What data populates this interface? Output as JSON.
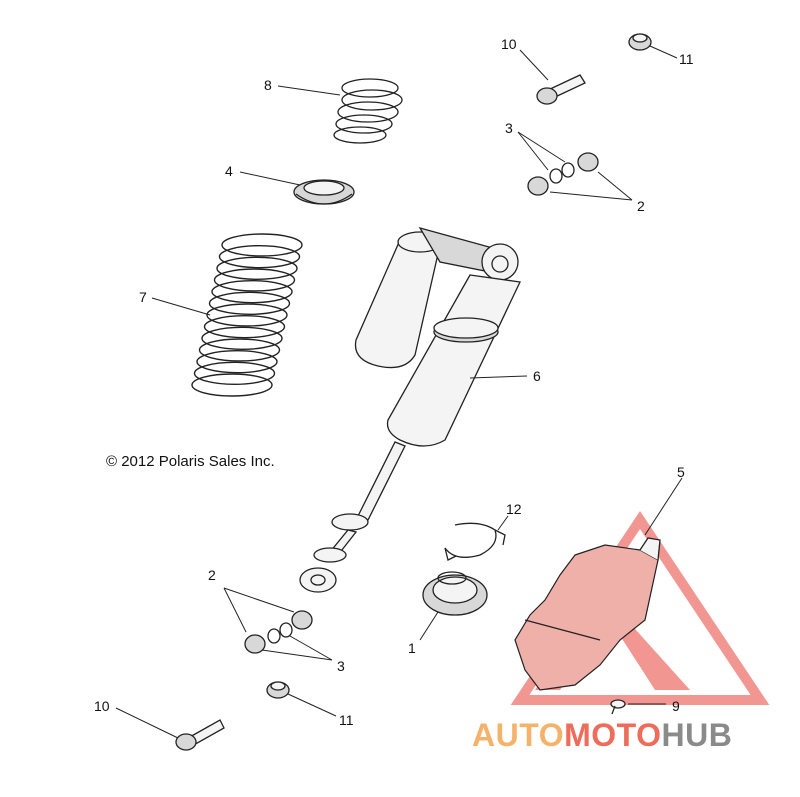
{
  "diagram": {
    "copyright": "© 2012 Polaris Sales Inc.",
    "callouts": {
      "c1": "1",
      "c2a": "2",
      "c2b": "2",
      "c3a": "3",
      "c3b": "3",
      "c4": "4",
      "c5": "5",
      "c6": "6",
      "c7": "7",
      "c8": "8",
      "c9": "9",
      "c10a": "10",
      "c10b": "10",
      "c11a": "11",
      "c11b": "11",
      "c12": "12"
    }
  },
  "watermark": {
    "part1": "AUTO",
    "part2": "MOTO",
    "part3": "HUB",
    "colors": {
      "auto": "#f5b26b",
      "moto": "#ef6b5a",
      "hub": "#8a8a8a",
      "triangle": "#e8413a"
    }
  }
}
